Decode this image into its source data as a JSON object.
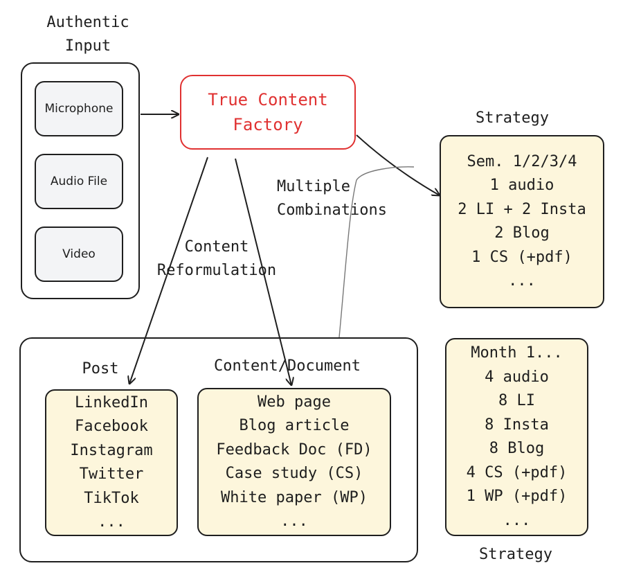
{
  "input_title": [
    "Authentic",
    "Input"
  ],
  "inputs": [
    "Microphone",
    "Audio File",
    "Video"
  ],
  "factory": [
    "True Content",
    "Factory"
  ],
  "labels": {
    "reformulation": [
      "Content",
      "Reformulation"
    ],
    "combinations": [
      "Multiple",
      "Combinations"
    ]
  },
  "post": {
    "title": "Post",
    "items": [
      "LinkedIn",
      "Facebook",
      "Instagram",
      "Twitter",
      "TikTok",
      "..."
    ]
  },
  "content_document": {
    "title": "Content/Document",
    "items": [
      "Web page",
      "Blog article",
      "Feedback Doc (FD)",
      "Case study (CS)",
      "White paper (WP)",
      "..."
    ]
  },
  "strategy_top": {
    "title": "Strategy",
    "items": [
      "Sem. 1/2/3/4",
      "1 audio",
      "2 LI + 2 Insta",
      "2 Blog",
      "1 CS (+pdf)",
      "..."
    ]
  },
  "strategy_bottom": {
    "title": "Strategy",
    "items": [
      "Month 1...",
      "4 audio",
      "8 LI",
      "8 Insta",
      "8 Blog",
      "4 CS (+pdf)",
      "1 WP (+pdf)",
      "..."
    ]
  },
  "colors": {
    "accent": "#e03131",
    "note_fill": "#fdf6dc",
    "card_fill": "#f3f4f6",
    "stroke": "#1e1e1e"
  }
}
